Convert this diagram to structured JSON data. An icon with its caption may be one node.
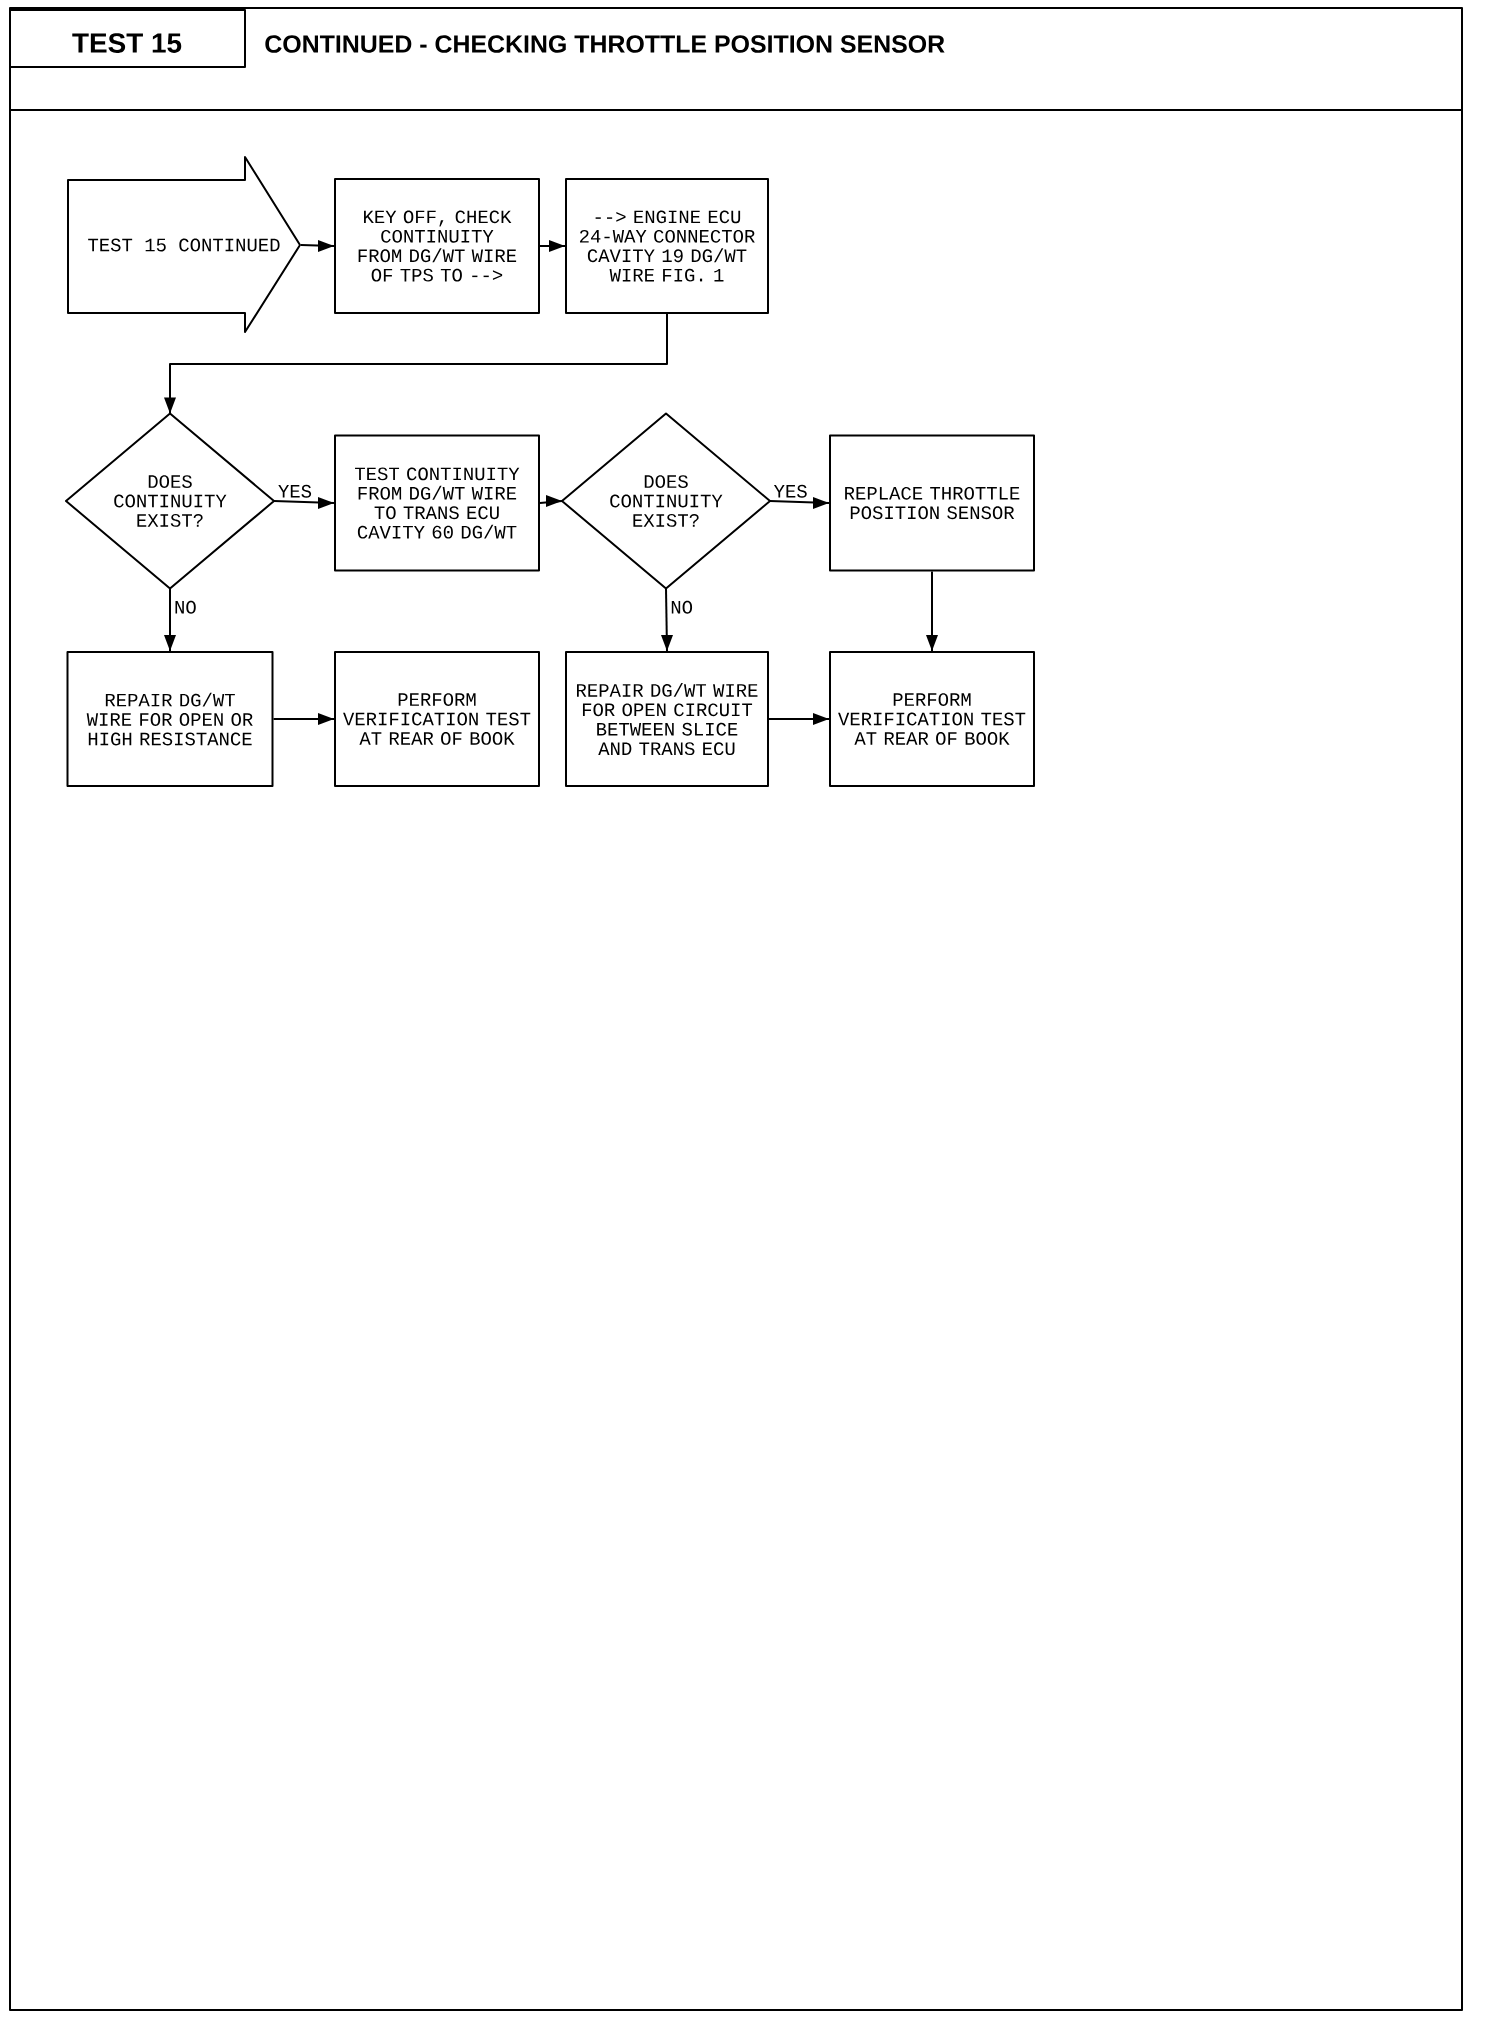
{
  "diagram": {
    "title": "CONTINUED - CHECKING THROTTLE POSITION SENSOR",
    "nodes": [
      {
        "text": [
          "TEST 15 CONTINUED"
        ]
      },
      {
        "text": [
          "KEY OFF, CHECK CONTINUITY FROM DG/WT WIRE OF TPS TO -->"
        ]
      },
      {
        "text": [
          "--> ENGINE ECU 24-WAY CONNECTOR CAVITY 19 DG/WT WIRE FIG. 1"
        ]
      },
      {
        "text": [
          "DOES CONTINUITY EXIST?"
        ]
      },
      {
        "text": [
          "TEST CONTINUITY FROM DG/WT WIRE TO TRANS ECU CAVITY 60 DG/WT"
        ]
      },
      {
        "text": [
          "DOES CONTINUITY EXIST?"
        ]
      },
      {
        "text": [
          "REPLACE THROTTLE POSITION SENSOR"
        ]
      },
      {
        "text": [
          "REPAIR DG/WT WIRE FOR OPEN OR HIGH RESISTANCE"
        ]
      },
      {
        "text": [
          "PERFORM VERIFICATION TEST AT REAR OF BOOK"
        ]
      },
      {
        "text": [
          "REPAIR DG/WT WIRE FOR OPEN CIRCUIT BETWEEN SLICE AND TRANS ECU"
        ]
      },
      {
        "text": [
          "PERFORM VERIFICATION TEST AT REAR OF BOOK"
        ]
      }
    ],
    "edges": [
      {
        "from": 0,
        "to": 1,
        "arrow": "to"
      },
      {
        "from": 1,
        "to": 2,
        "arrow": "to"
      },
      {
        "from": 2,
        "to": 3,
        "arrow": "to"
      },
      {
        "from": 3,
        "to": 4,
        "arrow": "to",
        "label": "YES"
      },
      {
        "from": 3,
        "to": 7,
        "arrow": "to",
        "label": "NO"
      },
      {
        "from": 4,
        "to": 5,
        "arrow": "to"
      },
      {
        "from": 5,
        "to": 6,
        "arrow": "to",
        "label": "YES"
      },
      {
        "from": 5,
        "to": 9,
        "arrow": "to",
        "label": "NO"
      },
      {
        "from": 6,
        "to": 10,
        "arrow": "to"
      },
      {
        "from": 7,
        "to": 8,
        "arrow": "to"
      },
      {
        "from": 9,
        "to": 10,
        "arrow": "to"
      }
    ],
    "labels": [
      "TEST 15"
    ]
  }
}
